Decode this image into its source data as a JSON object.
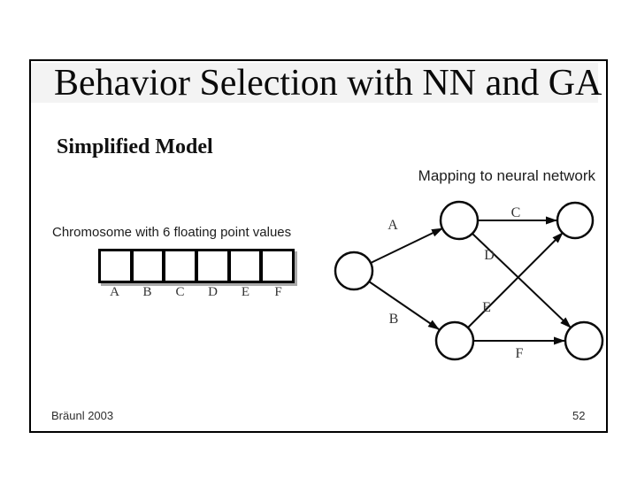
{
  "slide": {
    "title": "Behavior Selection with NN and GA",
    "subtitle": "Simplified Model",
    "footer": "Bräunl 2003",
    "page_number": "52"
  },
  "chromosome": {
    "caption": "Chromosome with 6 floating point values",
    "genes": [
      "A",
      "B",
      "C",
      "D",
      "E",
      "F"
    ]
  },
  "network": {
    "caption": "Mapping to neural network",
    "nodes": [
      {
        "id": "input-node",
        "layer": "input"
      },
      {
        "id": "hidden-node-top",
        "layer": "hidden"
      },
      {
        "id": "hidden-node-bottom",
        "layer": "hidden"
      },
      {
        "id": "output-node-top",
        "layer": "output"
      },
      {
        "id": "output-node-bottom",
        "layer": "output"
      }
    ],
    "edges": [
      {
        "from": "input-node",
        "to": "hidden-node-top",
        "label": "A"
      },
      {
        "from": "input-node",
        "to": "hidden-node-bottom",
        "label": "B"
      },
      {
        "from": "hidden-node-top",
        "to": "output-node-top",
        "label": "C"
      },
      {
        "from": "hidden-node-top",
        "to": "output-node-bottom",
        "label": "D"
      },
      {
        "from": "hidden-node-bottom",
        "to": "output-node-top",
        "label": "E"
      },
      {
        "from": "hidden-node-bottom",
        "to": "output-node-bottom",
        "label": "F"
      }
    ]
  },
  "colors": {
    "slide_border": "#000000",
    "title_background": "#f3f3f3",
    "text": "#000000",
    "diagram_label": "#333333",
    "strip_shadow": "#a9a9a9"
  }
}
